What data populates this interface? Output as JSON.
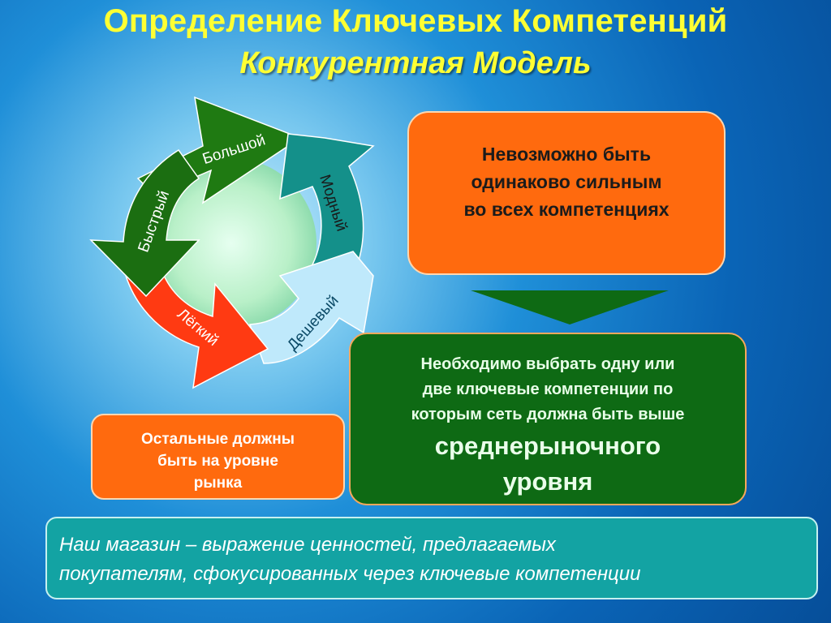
{
  "title": {
    "main": "Определение Ключевых Компетенций",
    "sub": "Конкурентная Модель"
  },
  "cycle": {
    "segments": [
      {
        "label": "Большой",
        "color": "#1f7a12"
      },
      {
        "label": "Модный",
        "color": "#14908a"
      },
      {
        "label": "Дешевый",
        "color": "#bfe9fb"
      },
      {
        "label": "Лёгкий",
        "color": "#ff3a12"
      },
      {
        "label": "Быстрый",
        "color": "#1b6e11"
      }
    ]
  },
  "warning_box": {
    "lines": [
      "Невозможно быть",
      "одинаково сильным",
      "во всех компетенциях"
    ],
    "color": "#ff6a0e"
  },
  "choose_box": {
    "lines": [
      "Необходимо выбрать одну или",
      "две ключевые компетенции по",
      "которым сеть должна быть выше"
    ],
    "emphasis": [
      "среднерыночного",
      "уровня"
    ],
    "color": "#0e6a14"
  },
  "rest_box": {
    "lines": [
      "Остальные должны",
      "быть на уровне",
      "рынка"
    ]
  },
  "store_box": {
    "lines": [
      "Наш магазин – выражение ценностей, предлагаемых",
      "покупателям, сфокусированных через ключевые компетенции"
    ]
  }
}
